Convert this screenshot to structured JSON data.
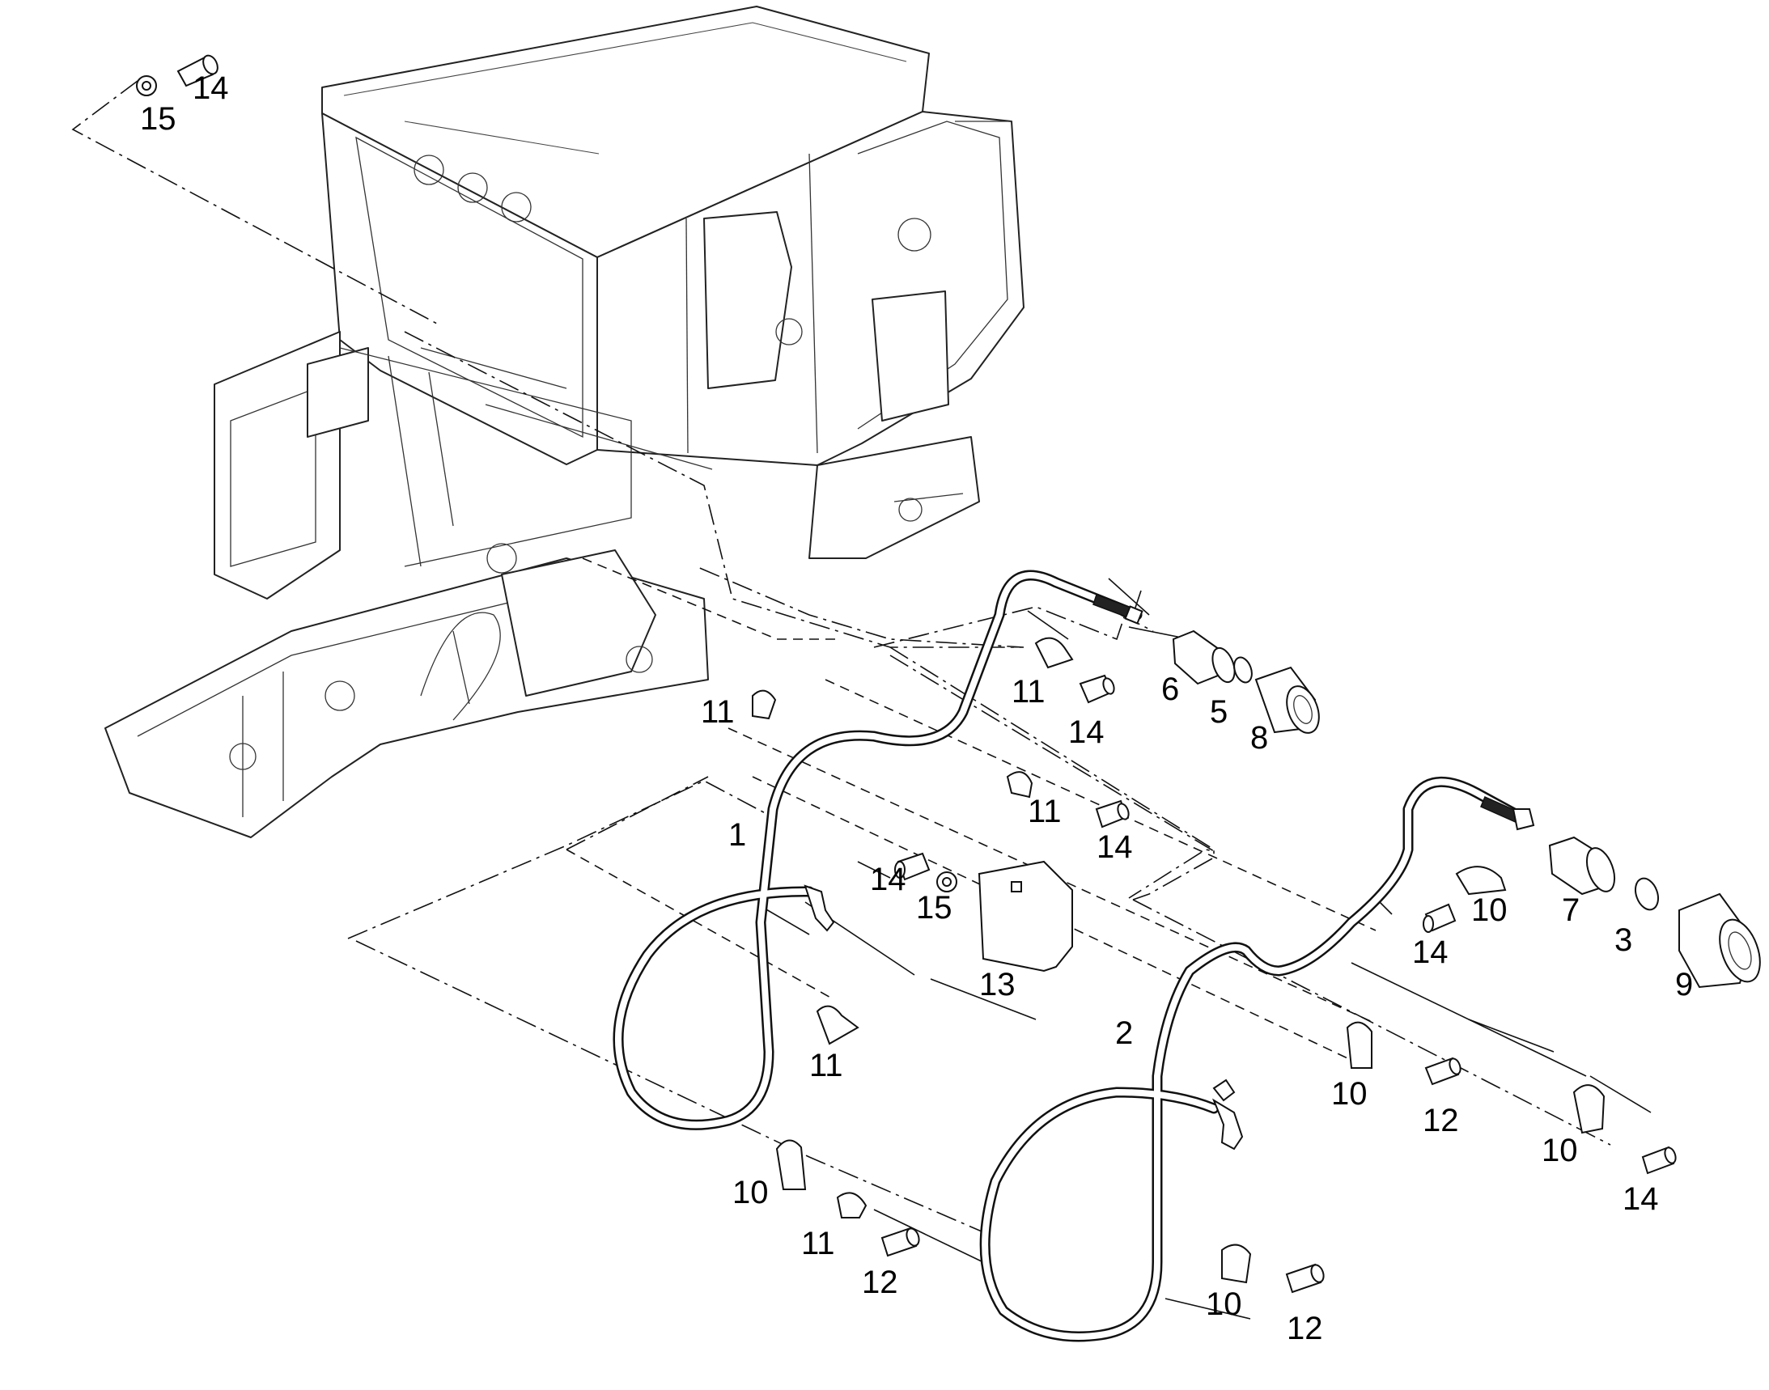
{
  "callouts": [
    {
      "id": "c15a",
      "text": "15"
    },
    {
      "id": "c14a",
      "text": "14"
    },
    {
      "id": "c11a",
      "text": "11"
    },
    {
      "id": "c14b",
      "text": "14"
    },
    {
      "id": "c6",
      "text": "6"
    },
    {
      "id": "c5",
      "text": "5"
    },
    {
      "id": "c8",
      "text": "8"
    },
    {
      "id": "c11b",
      "text": "11"
    },
    {
      "id": "c11c",
      "text": "11"
    },
    {
      "id": "c14c",
      "text": "14"
    },
    {
      "id": "c1",
      "text": "1"
    },
    {
      "id": "c14d",
      "text": "14"
    },
    {
      "id": "c15b",
      "text": "15"
    },
    {
      "id": "c13",
      "text": "13"
    },
    {
      "id": "c10a",
      "text": "10"
    },
    {
      "id": "c7",
      "text": "7"
    },
    {
      "id": "c3",
      "text": "3"
    },
    {
      "id": "c9",
      "text": "9"
    },
    {
      "id": "c14e",
      "text": "14"
    },
    {
      "id": "c11d",
      "text": "11"
    },
    {
      "id": "c2",
      "text": "2"
    },
    {
      "id": "c10b",
      "text": "10"
    },
    {
      "id": "c12a",
      "text": "12"
    },
    {
      "id": "c10c",
      "text": "10"
    },
    {
      "id": "c14f",
      "text": "14"
    },
    {
      "id": "c10d",
      "text": "10"
    },
    {
      "id": "c11e",
      "text": "11"
    },
    {
      "id": "c12b",
      "text": "12"
    },
    {
      "id": "c10e",
      "text": "10"
    },
    {
      "id": "c12c",
      "text": "12"
    }
  ]
}
